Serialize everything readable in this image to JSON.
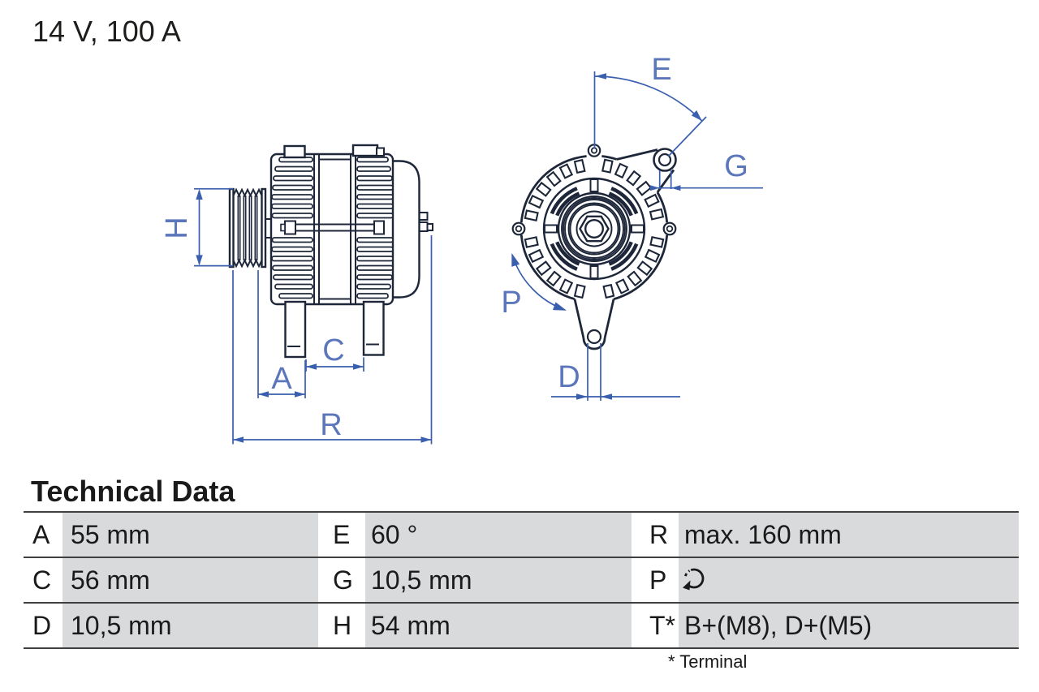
{
  "title": "14 V, 100 A",
  "diagram": {
    "views": [
      "alternator-side-view",
      "alternator-front-view"
    ],
    "dimension_labels": {
      "H": "H",
      "A": "A",
      "C": "C",
      "R": "R",
      "E": "E",
      "G": "G",
      "P": "P",
      "D": "D"
    },
    "colors": {
      "drawing_line": "#1d2739",
      "dimension_line": "#3a5fae",
      "dimension_text": "#5b76bb"
    }
  },
  "technical_data": {
    "heading": "Technical Data",
    "rows": [
      [
        {
          "key": "A",
          "value": "55 mm"
        },
        {
          "key": "E",
          "value": "60 °"
        },
        {
          "key": "R",
          "value": "max. 160 mm"
        }
      ],
      [
        {
          "key": "C",
          "value": "56 mm"
        },
        {
          "key": "G",
          "value": "10,5 mm"
        },
        {
          "key": "P",
          "value": "",
          "icon": "rotation-direction-icon"
        }
      ],
      [
        {
          "key": "D",
          "value": "10,5 mm"
        },
        {
          "key": "H",
          "value": "54 mm"
        },
        {
          "key": "T*",
          "value": "B+(M8), D+(M5)"
        }
      ]
    ],
    "footnote": "* Terminal",
    "row_background": "#d9dadb"
  }
}
